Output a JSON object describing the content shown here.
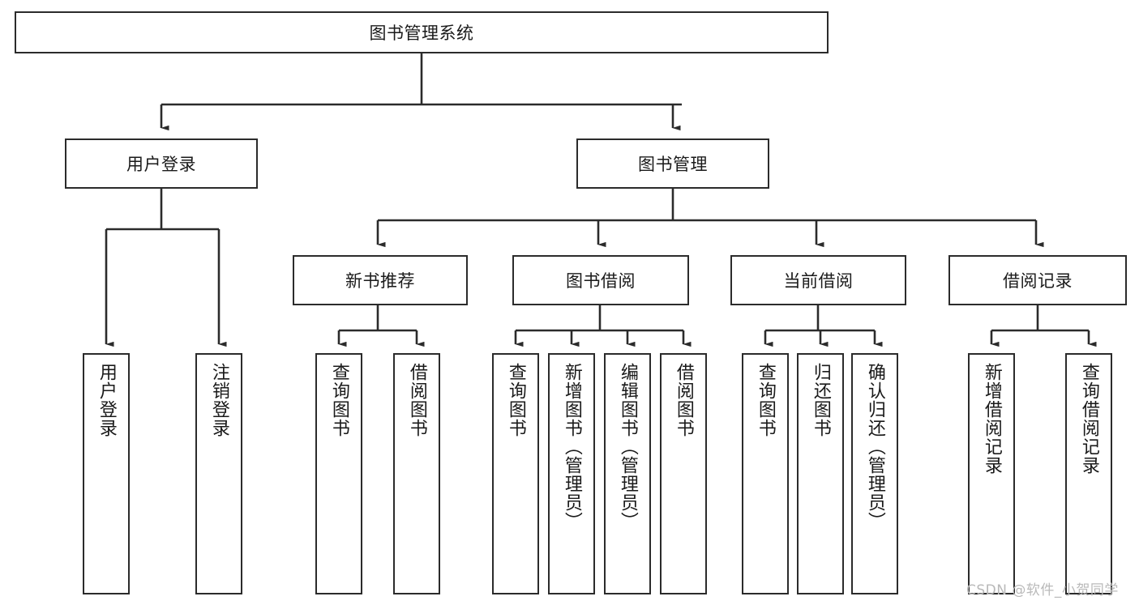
{
  "diagram": {
    "title_node": {
      "label": "图书管理系统"
    },
    "level2": [
      {
        "id": "user-login",
        "label": "用户登录"
      },
      {
        "id": "book-management",
        "label": "图书管理"
      }
    ],
    "level3": [
      {
        "id": "new-book-recommend",
        "label": "新书推荐"
      },
      {
        "id": "book-borrow",
        "label": "图书借阅"
      },
      {
        "id": "current-borrow",
        "label": "当前借阅"
      },
      {
        "id": "borrow-record",
        "label": "借阅记录"
      }
    ],
    "leaves": [
      {
        "id": "leaf-user-login",
        "label": "用户登录"
      },
      {
        "id": "leaf-logout-login",
        "label": "注销登录"
      },
      {
        "id": "leaf-query-book-1",
        "label": "查询图书"
      },
      {
        "id": "leaf-borrow-book-1",
        "label": "借阅图书"
      },
      {
        "id": "leaf-query-book-2",
        "label": "查询图书"
      },
      {
        "id": "leaf-add-book",
        "label": "新增图书（管理员）"
      },
      {
        "id": "leaf-edit-book",
        "label": "编辑图书（管理员）"
      },
      {
        "id": "leaf-borrow-book-2",
        "label": "借阅图书"
      },
      {
        "id": "leaf-query-book-3",
        "label": "查询图书"
      },
      {
        "id": "leaf-return-book",
        "label": "归还图书"
      },
      {
        "id": "leaf-confirm-return",
        "label": "确认归还（管理员）"
      },
      {
        "id": "leaf-add-record",
        "label": "新增借阅记录"
      },
      {
        "id": "leaf-query-record",
        "label": "查询借阅记录"
      }
    ]
  },
  "watermark": {
    "text": "CSDN @软件_小贺同学"
  },
  "colors": {
    "stroke": "#2b2b2b",
    "background": "#ffffff",
    "text": "#1a1a1a",
    "watermark": "#b9b9b9"
  }
}
